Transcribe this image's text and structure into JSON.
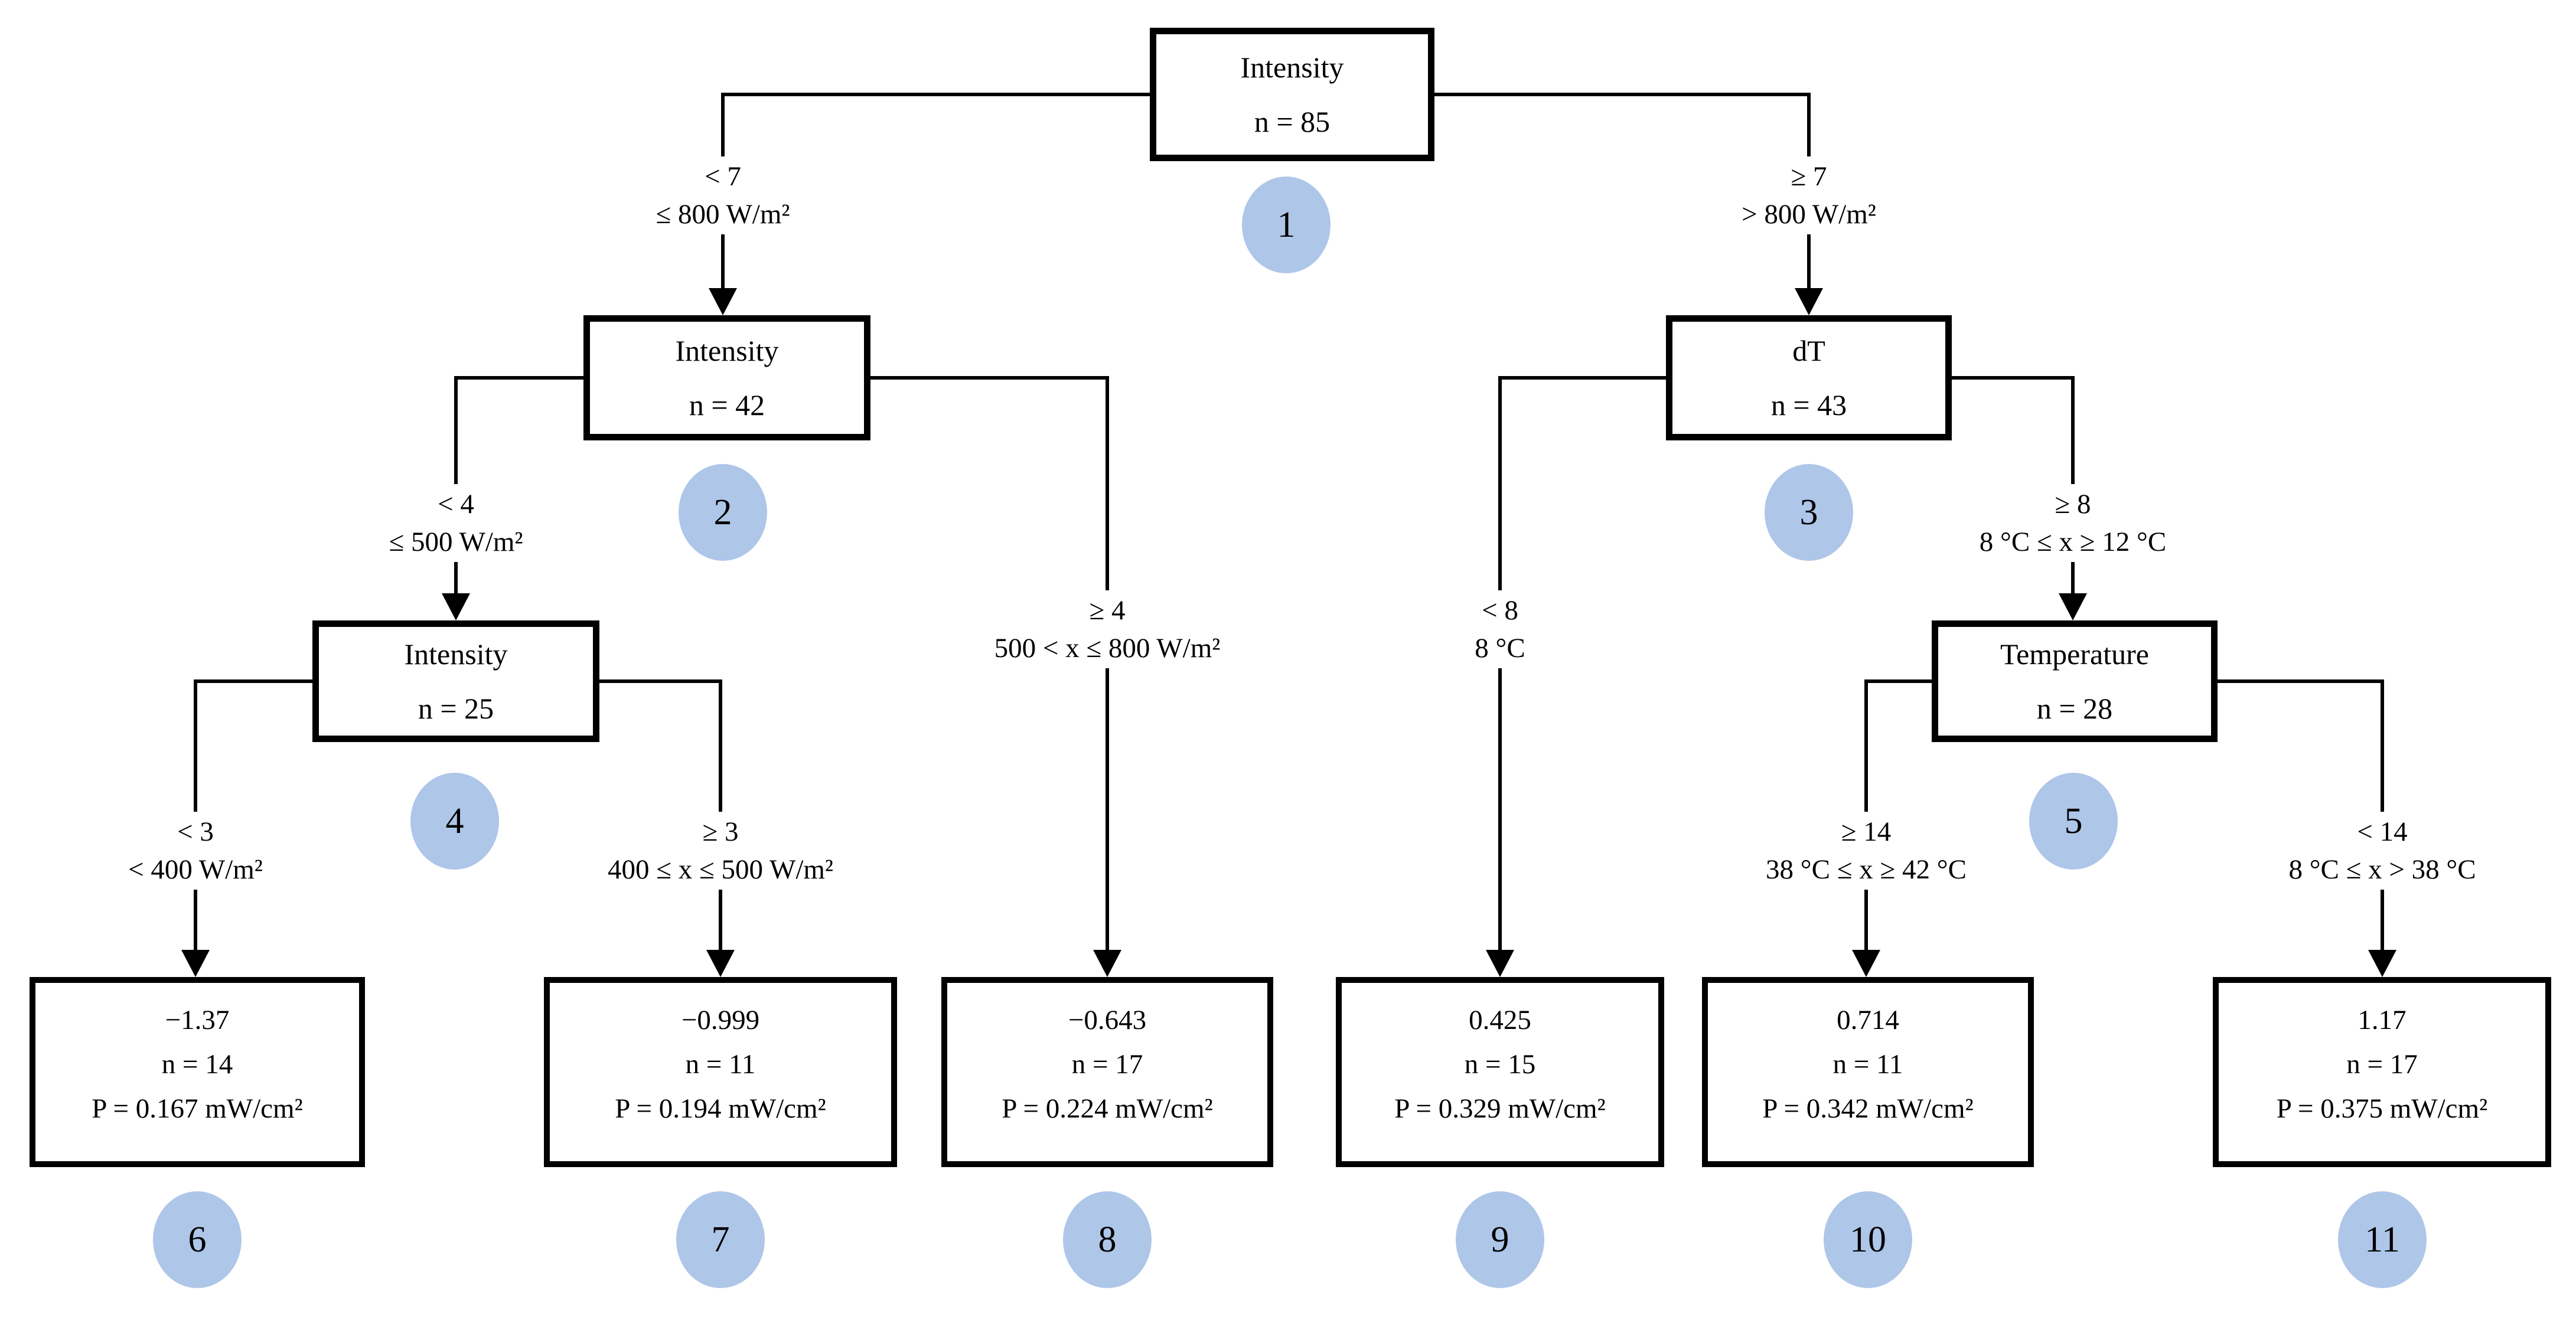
{
  "tree": {
    "nodes": {
      "n1": {
        "title": "Intensity",
        "count": "n = 85",
        "badge": "1"
      },
      "n2": {
        "title": "Intensity",
        "count": "n = 42",
        "badge": "2"
      },
      "n3": {
        "title": "dT",
        "count": "n = 43",
        "badge": "3"
      },
      "n4": {
        "title": "Intensity",
        "count": "n = 25",
        "badge": "4"
      },
      "n5": {
        "title": "Temperature",
        "count": "n = 28",
        "badge": "5"
      }
    },
    "leaves": {
      "l6": {
        "value": "−1.37",
        "count": "n = 14",
        "power": "P = 0.167 mW/cm²",
        "badge": "6"
      },
      "l7": {
        "value": "−0.999",
        "count": "n = 11",
        "power": "P = 0.194 mW/cm²",
        "badge": "7"
      },
      "l8": {
        "value": "−0.643",
        "count": "n = 17",
        "power": "P = 0.224 mW/cm²",
        "badge": "8"
      },
      "l9": {
        "value": "0.425",
        "count": "n = 15",
        "power": "P = 0.329 mW/cm²",
        "badge": "9"
      },
      "l10": {
        "value": "0.714",
        "count": "n = 11",
        "power": "P = 0.342 mW/cm²",
        "badge": "10"
      },
      "l11": {
        "value": "1.17",
        "count": "n = 17",
        "power": "P = 0.375 mW/cm²",
        "badge": "11"
      }
    },
    "edge_labels": {
      "root_to_2": {
        "l1": "< 7",
        "l2": "≤ 800 W/m²"
      },
      "root_to_3": {
        "l1": "≥ 7",
        "l2": "> 800 W/m²"
      },
      "n2_to_4": {
        "l1": "< 4",
        "l2": "≤ 500 W/m²"
      },
      "n2_to_8": {
        "l1": "≥ 4",
        "l2": "500 < x ≤ 800 W/m²"
      },
      "n3_to_9": {
        "l1": "< 8",
        "l2": "8 °C"
      },
      "n3_to_5": {
        "l1": "≥ 8",
        "l2": "8 °C ≤ x ≥ 12 °C"
      },
      "n4_to_6": {
        "l1": "< 3",
        "l2": "< 400 W/m²"
      },
      "n4_to_7": {
        "l1": "≥ 3",
        "l2": "400 ≤ x ≤ 500 W/m²"
      },
      "n5_to_10": {
        "l1": "≥ 14",
        "l2": "38 °C ≤ x ≥ 42 °C"
      },
      "n5_to_11": {
        "l1": "< 14",
        "l2": "8 °C ≤ x > 38 °C"
      }
    },
    "colors": {
      "badge_fill": "#aec6e8",
      "line": "#000000",
      "box_border": "#000000",
      "background": "#ffffff"
    }
  }
}
